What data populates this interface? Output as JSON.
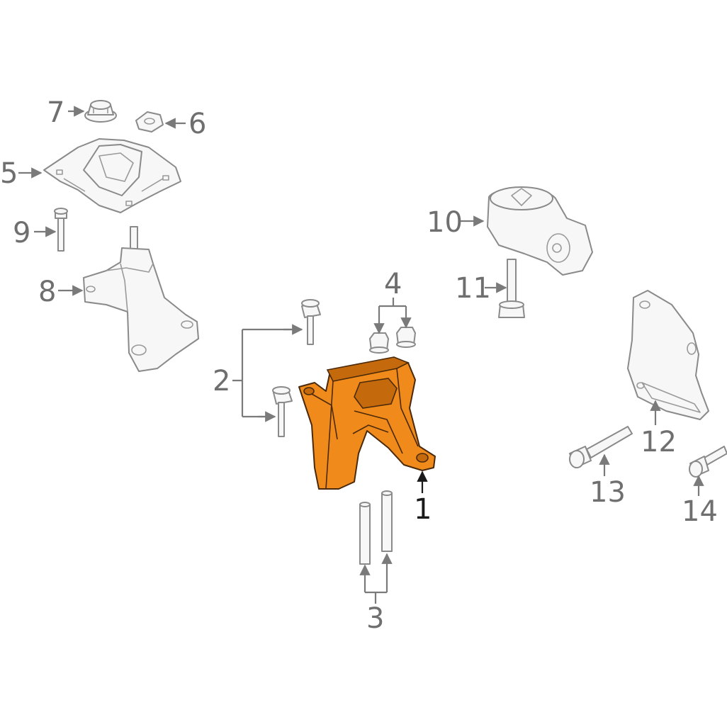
{
  "diagram": {
    "highlight_color": "#f08a1a",
    "parts": [
      {
        "label": "1",
        "name": "transmission-mount",
        "highlighted": true
      },
      {
        "label": "2",
        "name": "mount-bolts"
      },
      {
        "label": "3",
        "name": "studs"
      },
      {
        "label": "4",
        "name": "nuts"
      },
      {
        "label": "5",
        "name": "bracket-plate"
      },
      {
        "label": "6",
        "name": "nut-small"
      },
      {
        "label": "7",
        "name": "nut-flanged"
      },
      {
        "label": "8",
        "name": "engine-mount"
      },
      {
        "label": "9",
        "name": "bolt"
      },
      {
        "label": "10",
        "name": "torque-strut-mount"
      },
      {
        "label": "11",
        "name": "strut-bolt"
      },
      {
        "label": "12",
        "name": "support-bracket"
      },
      {
        "label": "13",
        "name": "bracket-bolt-long"
      },
      {
        "label": "14",
        "name": "bracket-bolt-short"
      }
    ]
  }
}
